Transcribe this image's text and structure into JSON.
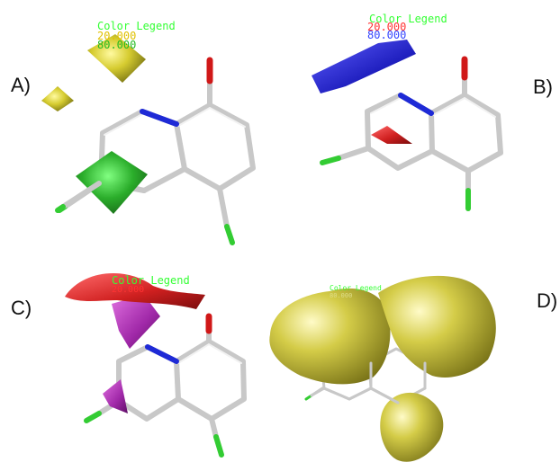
{
  "panels": [
    {
      "letter": "A)",
      "legend_title": "Color Legend",
      "legend_values": [
        "20.000",
        "80.000"
      ],
      "legend_colors": [
        "#e0c000",
        "#22bb22"
      ]
    },
    {
      "letter": "B)",
      "legend_title": "Color Legend",
      "legend_values": [
        "20.000",
        "80.000"
      ],
      "legend_colors": [
        "#ff3333",
        "#3344ff"
      ]
    },
    {
      "letter": "C)",
      "legend_title": "Color Legend",
      "legend_values": [
        "20.000"
      ],
      "legend_colors": [
        "#ff3333"
      ]
    },
    {
      "letter": "D)",
      "legend_title": "Color Legend",
      "legend_values": [
        "80.000"
      ],
      "legend_colors": [
        "#dddd88"
      ]
    }
  ],
  "colors": {
    "bond": "#c8c8c8",
    "nitrogen": "#1e2ad6",
    "oxygen": "#d01818",
    "halogen": "#33cc33",
    "steric_favorable": "#22a822",
    "steric_unfavorable": "#c9c021",
    "electro_positive": "#2a2ad0",
    "electro_negative": "#c02020",
    "hydrophobic": "#c9c021",
    "hbond_donor": "#d02020",
    "hbond_acceptor": "#b030b0"
  }
}
